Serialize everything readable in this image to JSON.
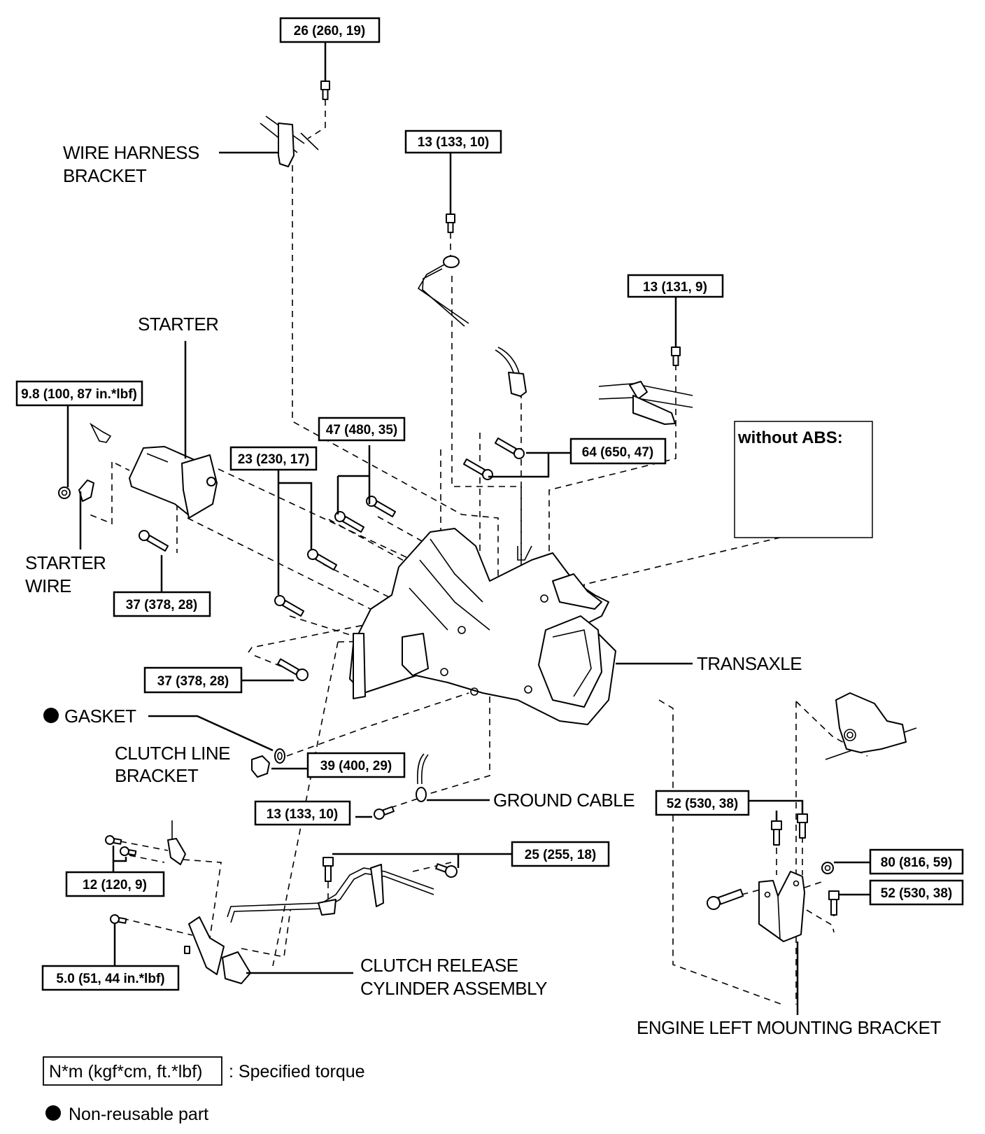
{
  "parts": {
    "wire_harness_bracket": [
      "WIRE HARNESS",
      "BRACKET"
    ],
    "starter": "STARTER",
    "starter_wire": [
      "STARTER",
      "WIRE"
    ],
    "transaxle": "TRANSAXLE",
    "gasket": "GASKET",
    "clutch_line_bracket": [
      "CLUTCH LINE",
      "BRACKET"
    ],
    "ground_cable": "GROUND CABLE",
    "clutch_release_cylinder": [
      "CLUTCH RELEASE",
      "CYLINDER ASSEMBLY"
    ],
    "engine_left_mounting_bracket": "ENGINE LEFT MOUNTING BRACKET"
  },
  "torques": {
    "wire_harness_bolt": "26 (260, 19)",
    "ground_top_bolt": "13 (133, 10)",
    "harness_clamp_bolt": "13 (131, 9)",
    "starter_wire_nut": "9.8 (100, 87 in.*lbf)",
    "upper_bolts_47": "47 (480, 35)",
    "bolts_23": "23 (230, 17)",
    "bolts_64": "64 (650, 47)",
    "starter_bolt": "37 (378, 28)",
    "lower_bolt_37": "37 (378, 28)",
    "clutch_line_bolt": "39 (400, 29)",
    "ground_cable_bolt": "13 (133, 10)",
    "clutch_tube_bolts": "25 (255, 18)",
    "bracket_bolts_12": "12 (120, 9)",
    "release_cyl_bolt": "5.0 (51, 44 in.*lbf)",
    "mount_top_bolts": "52 (530, 38)",
    "mount_nut": "80 (816, 59)",
    "mount_side_bolt": "52 (530, 38)"
  },
  "inset": {
    "title": "without  ABS:"
  },
  "legend": {
    "torque_unit": "N*m (kgf*cm, ft.*lbf)",
    "torque_desc": ": Specified torque",
    "nonreusable_desc": "Non-reusable part"
  }
}
